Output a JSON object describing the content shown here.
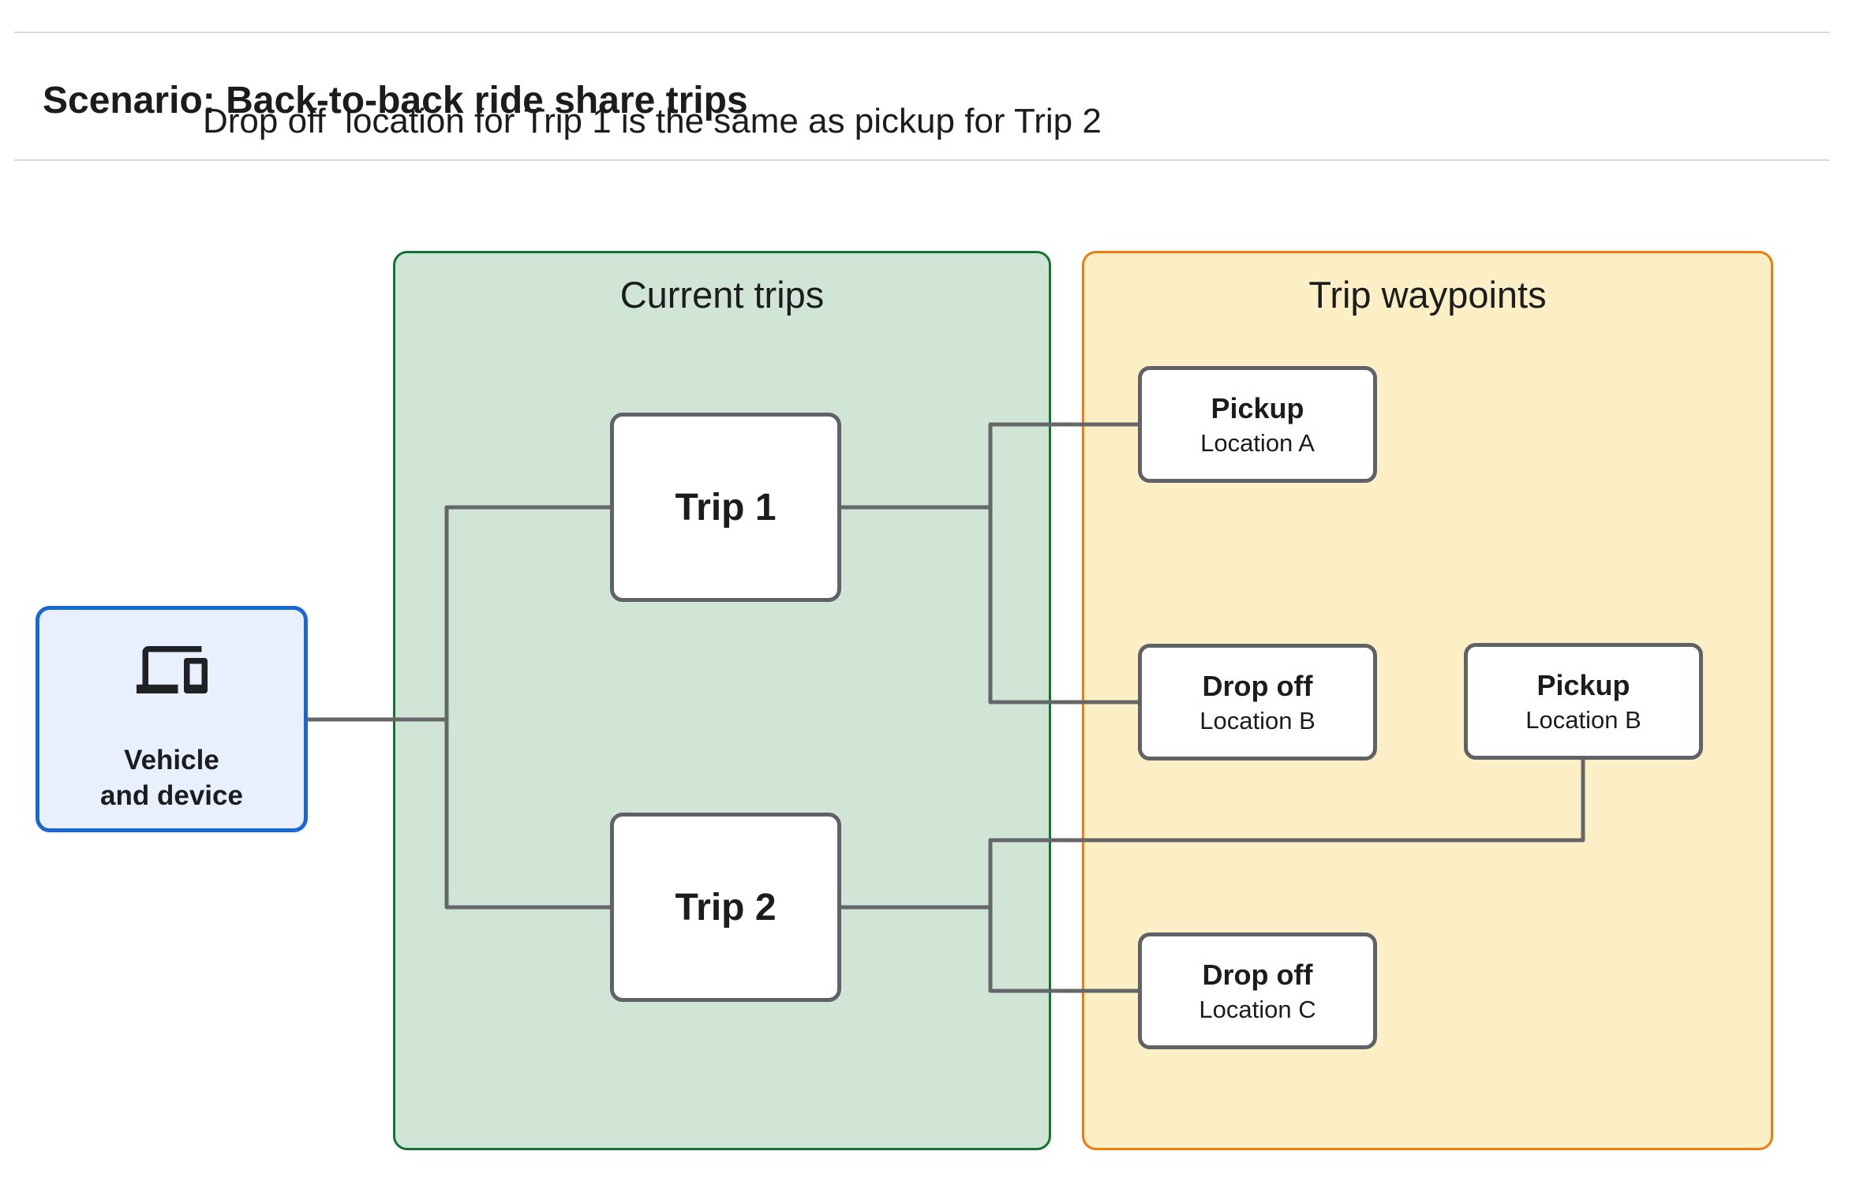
{
  "header": {
    "title": "Scenario: Back-to-back ride share trips",
    "subtitle": "Drop off  location for Trip 1 is the same as pickup for Trip 2"
  },
  "vehicle_node": {
    "icon": "devices-icon",
    "label": "Vehicle\nand device"
  },
  "panels": {
    "current_trips": {
      "title": "Current trips",
      "nodes": [
        {
          "label": "Trip 1"
        },
        {
          "label": "Trip 2"
        }
      ]
    },
    "trip_waypoints": {
      "title": "Trip waypoints",
      "nodes": [
        {
          "title": "Pickup",
          "subtitle": "Location A"
        },
        {
          "title": "Drop off",
          "subtitle": "Location B"
        },
        {
          "title": "Pickup",
          "subtitle": "Location B"
        },
        {
          "title": "Drop off",
          "subtitle": "Location C"
        }
      ]
    }
  },
  "colors": {
    "page_bg": "#ffffff",
    "rule": "#d9d9d9",
    "text": "#1b1c1e",
    "connector": "#646668",
    "node_border": "#5f6368",
    "node_bg": "#ffffff",
    "vehicle_fill": "#e8f0fe",
    "vehicle_border": "#1967d2",
    "trips_fill": "#d1e5d7",
    "trips_border": "#137333",
    "waypoints_fill": "#fceec5",
    "waypoints_border": "#ef7d0a"
  }
}
